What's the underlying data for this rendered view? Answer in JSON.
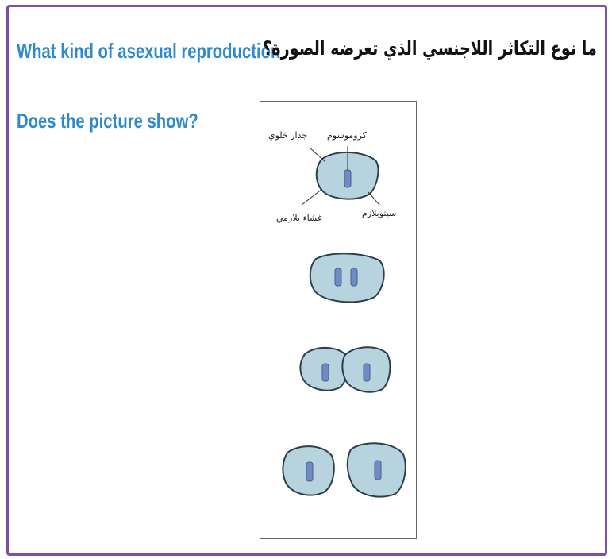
{
  "question": {
    "english_line1": "What kind of asexual reproduction",
    "english_line2": "Does the picture show?",
    "arabic": "ما نوع التكاثر اللاجنسي الذي تعرضه الصورة؟"
  },
  "figure": {
    "labels": {
      "chromosome": "كروموسوم",
      "cell_wall": "جدار خلوي",
      "cytoplasm": "سيتوبلازم",
      "plasma_membrane": "غشاء بلازمي"
    },
    "colors": {
      "cell_fill": "#b7d3dd",
      "cell_stroke": "#2c3e4a",
      "chromosome": "#6e8bc4",
      "frame": "#7b4fa6"
    }
  }
}
